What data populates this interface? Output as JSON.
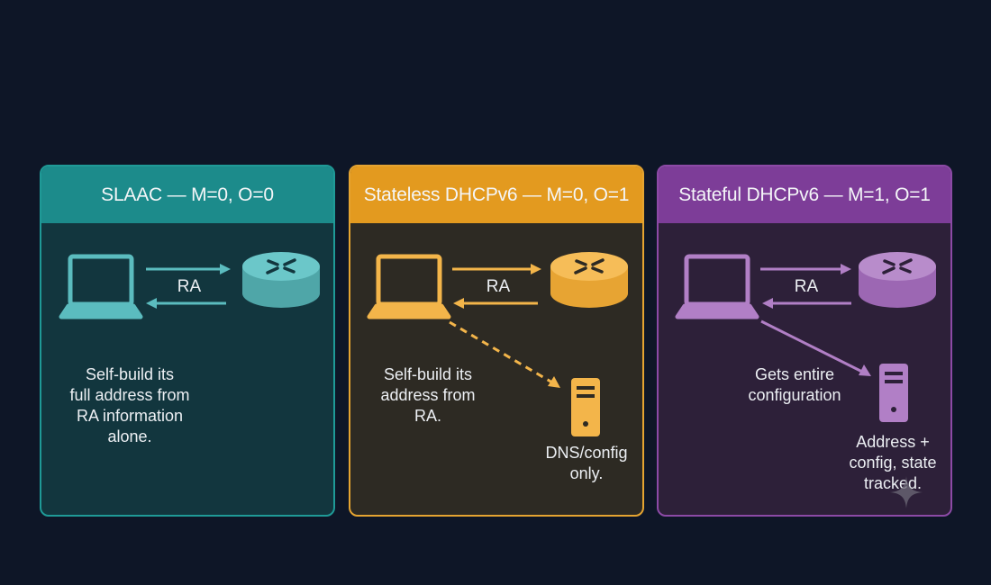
{
  "panels": [
    {
      "title": "SLAAC — M=0, O=0",
      "ra_label": "RA",
      "description": "Self-build its\nfull address from\nRA information\nalone.",
      "color": "#5bbcbf"
    },
    {
      "title": "Stateless DHCPv6 — M=0, O=1",
      "ra_label": "RA",
      "description": "Self-build its\naddress from\nRA.",
      "server_note": "DNS/config\nonly.",
      "color": "#f3b54a"
    },
    {
      "title": "Stateful DHCPv6 — M=1, O=1",
      "ra_label": "RA",
      "description": "Gets entire\nconfiguration",
      "server_note": "Address +\nconfig, state\ntracked.",
      "color": "#b17fc6"
    }
  ],
  "icons": [
    "laptop-icon",
    "router-icon",
    "server-icon",
    "sparkle-icon"
  ]
}
